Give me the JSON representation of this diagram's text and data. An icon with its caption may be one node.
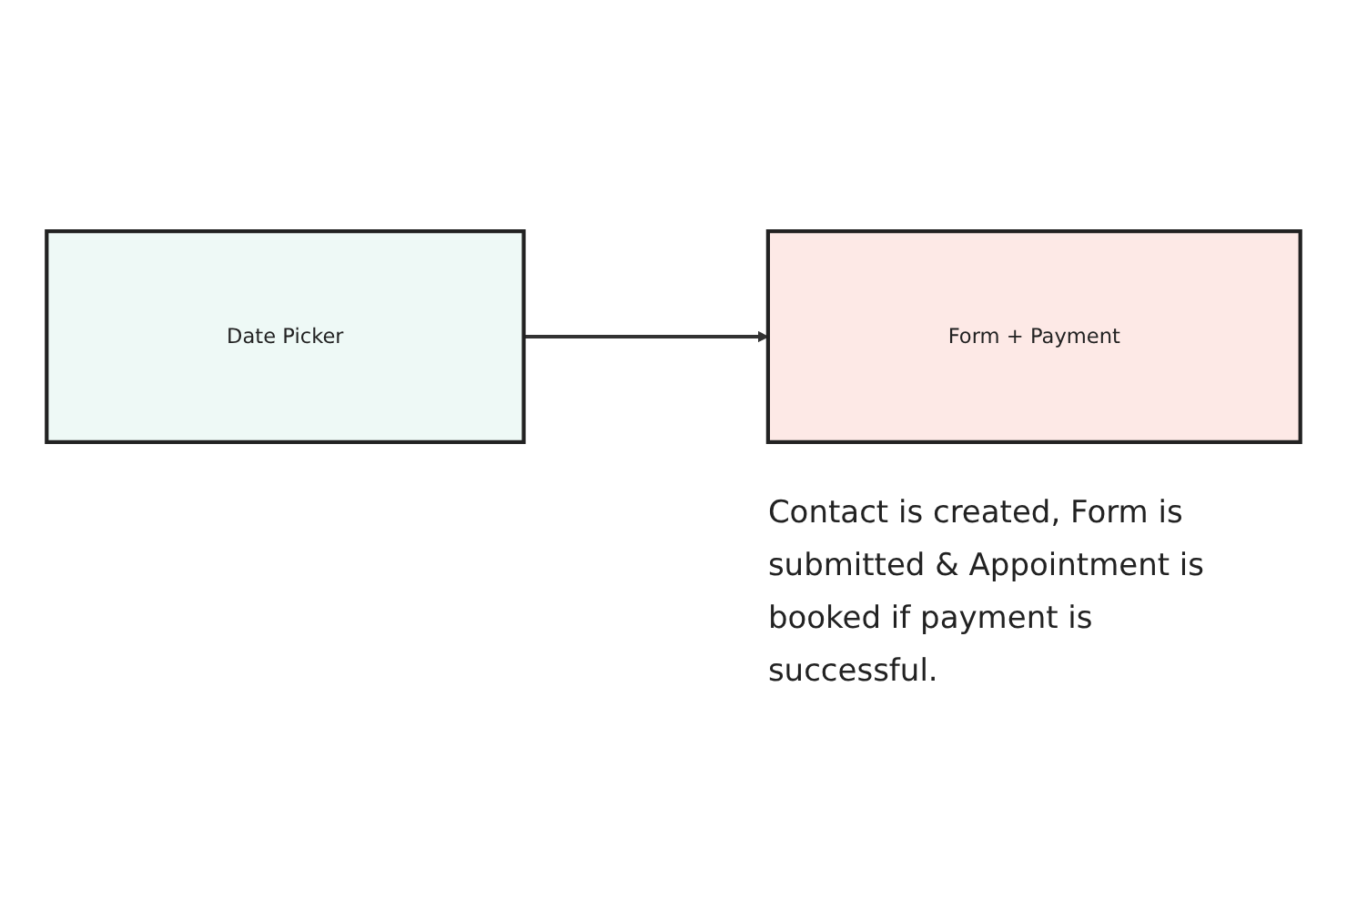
{
  "diagram": {
    "nodes": [
      {
        "text": [
          "Date Picker"
        ]
      },
      {
        "text": [
          "Form + Payment"
        ],
        "beside": [
          "Contact is created, Form is submitted & Appointment is booked if payment is successful."
        ]
      }
    ],
    "edges": [
      {
        "from": 0,
        "to": 1,
        "arrow": "to"
      }
    ]
  }
}
